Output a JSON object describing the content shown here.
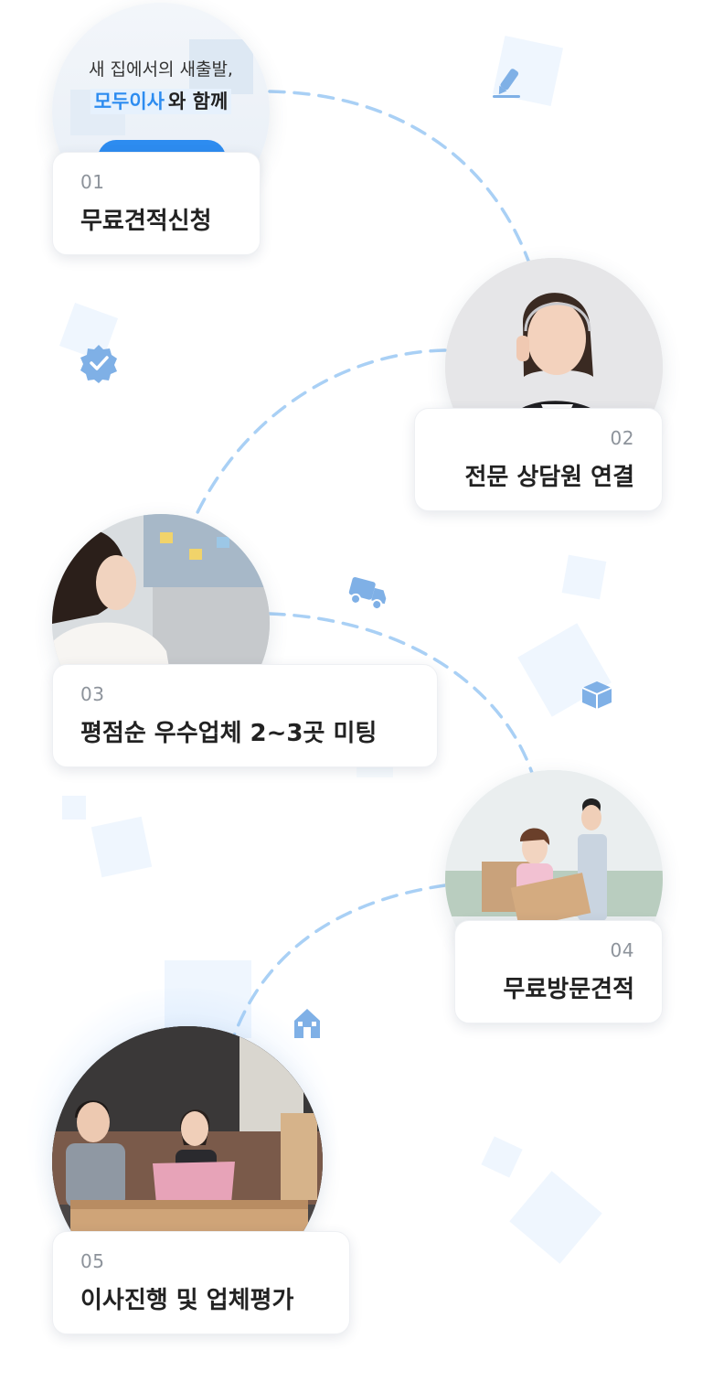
{
  "banner": {
    "line1": "새 집에서의 새출발,",
    "brand": "모두이사",
    "line2_suffix": "와 함께"
  },
  "steps": [
    {
      "num": "01",
      "title": "무료견적신청"
    },
    {
      "num": "02",
      "title": "전문 상담원 연결"
    },
    {
      "num": "03",
      "title": "평점순 우수업체 2~3곳 미팅"
    },
    {
      "num": "04",
      "title": "무료방문견적"
    },
    {
      "num": "05",
      "title": "이사진행 및 업체평가"
    }
  ],
  "icons": [
    "pencil-icon",
    "check-badge-icon",
    "truck-icon",
    "box-icon",
    "house-icon"
  ],
  "colors": {
    "accent": "#2d8cf0",
    "path": "#a9d0f5",
    "icon": "#7fb0e6",
    "title": "#222222",
    "number": "#8d939b"
  }
}
